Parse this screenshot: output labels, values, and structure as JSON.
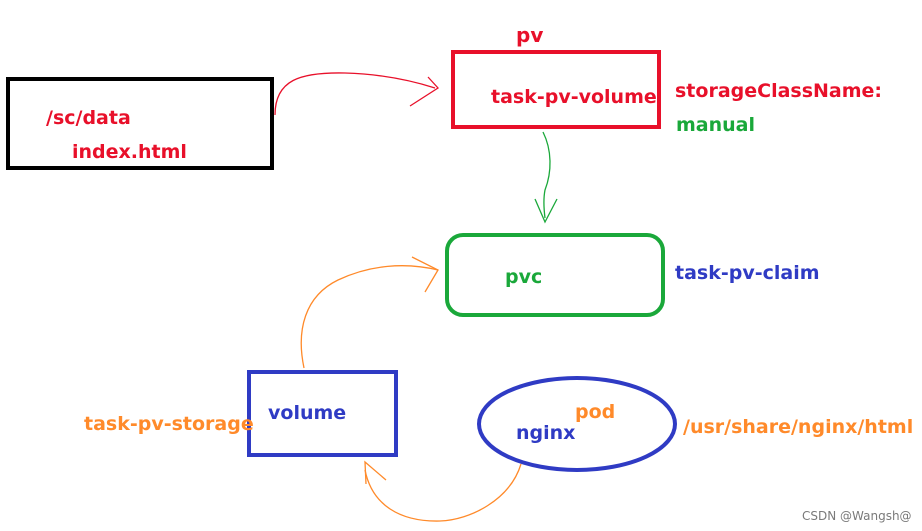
{
  "colors": {
    "red": "#e8102a",
    "green": "#1aa83a",
    "blue": "#2f3bc4",
    "orange": "#ff8a2a",
    "black": "#000000",
    "watermark": "#7a7a7a"
  },
  "host_box": {
    "path": "/sc/data",
    "file": "index.html"
  },
  "pv": {
    "heading": "pv",
    "name": "task-pv-volume",
    "storage_class_key": "storageClassName:",
    "storage_class_value": "manual"
  },
  "pvc": {
    "label": "pvc",
    "name": "task-pv-claim"
  },
  "volume": {
    "label": "volume",
    "name": "task-pv-storage"
  },
  "pod": {
    "kind": "pod",
    "container": "nginx",
    "mount_path": "/usr/share/nginx/html"
  },
  "watermark": "CSDN @Wangsh@"
}
